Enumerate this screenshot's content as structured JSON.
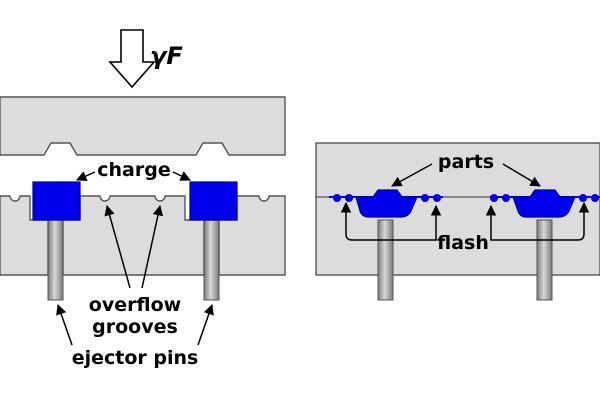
{
  "labels": {
    "force": "γF",
    "charge": "charge",
    "overflow_line1": "overflow",
    "overflow_line2": "grooves",
    "ejector_pins": "ejector pins",
    "parts": "parts",
    "flash": "flash"
  },
  "colors": {
    "mold": "#dcdcdc",
    "mold_outline": "#555555",
    "material": "#0000ee",
    "material_dark": "#00009a",
    "pin": "#9a9a9a",
    "arrow": "#000000"
  }
}
